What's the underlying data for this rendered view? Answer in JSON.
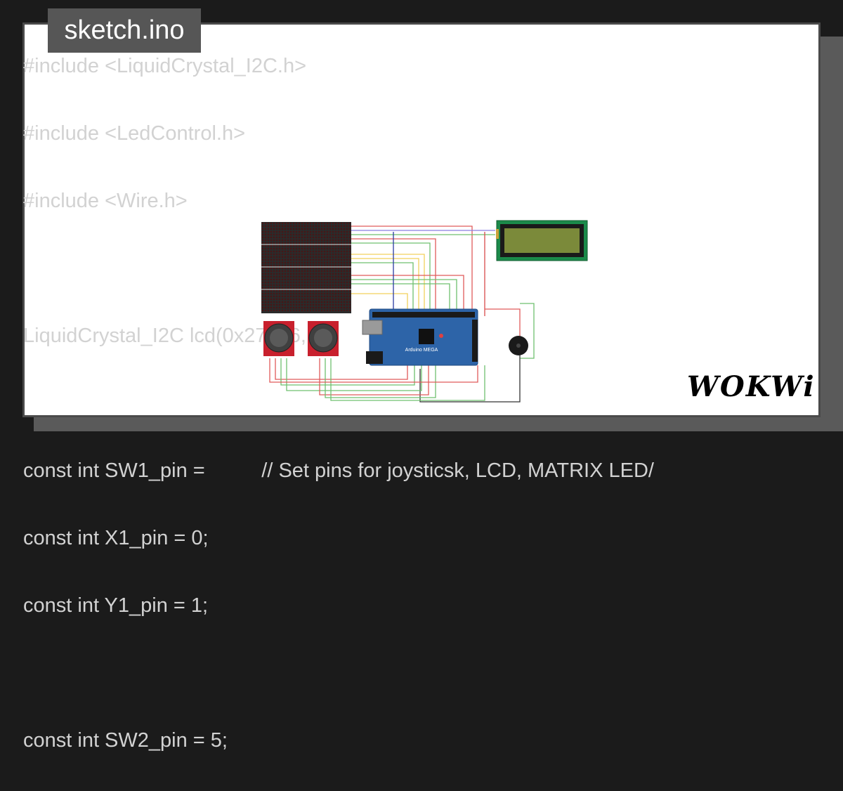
{
  "tab": {
    "filename": "sketch.ino"
  },
  "code": {
    "lines": [
      "#include <LiquidCrystal_I2C.h>",
      "#include <LedControl.h>",
      "#include <Wire.h>",
      "",
      "LiquidCrystal_I2C lcd(0x27, 16, 2);",
      "",
      "const int SW1_pin =          // Set pins for joysticsk, LCD, MATRIX LED/",
      "const int X1_pin = 0;",
      "const int Y1_pin = 1;",
      "",
      "const int SW2_pin = 5;"
    ]
  },
  "board": {
    "label": "Arduino MEGA"
  },
  "logo": {
    "text": "WOKWi"
  },
  "colors": {
    "background": "#1b1b1b",
    "card": "#ffffff",
    "tab": "#565656",
    "code_text": "#d2d2d2",
    "board_blue": "#2d64a8",
    "lcd_green": "#1b8a4a",
    "joystick_red": "#c8202d"
  }
}
